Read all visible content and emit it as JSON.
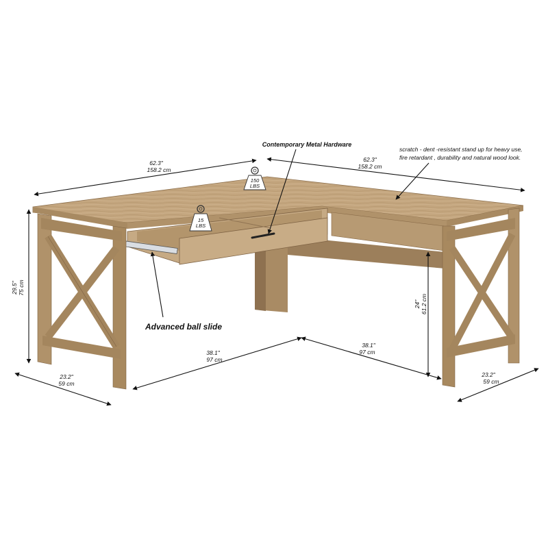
{
  "dimensions": {
    "top_left_width": {
      "in": "62.3\"",
      "cm": "158.2 cm"
    },
    "top_right_width": {
      "in": "62.3\"",
      "cm": "158.2 cm"
    },
    "height": {
      "in": "29.5\"",
      "cm": "75 cm"
    },
    "left_depth": {
      "in": "23.2\"",
      "cm": "59 cm"
    },
    "right_depth": {
      "in": "23.2\"",
      "cm": "59 cm"
    },
    "inner_left": {
      "in": "38.1\"",
      "cm": "97 cm"
    },
    "inner_right": {
      "in": "38.1\"",
      "cm": "97 cm"
    },
    "knee_height": {
      "in": "24\"",
      "cm": "61.2 cm"
    }
  },
  "weights": {
    "desktop": {
      "value": "150",
      "unit": "LBS"
    },
    "drawer": {
      "value": "15",
      "unit": "LBS"
    }
  },
  "callouts": {
    "hardware": "Contemporary Metal Hardware",
    "ball_slide": "Advanced ball slide",
    "surface_line1": "scratch - dent -resistant stand up for heavy use,",
    "surface_line2": "fire retardant , durability and natural wood look."
  },
  "colors": {
    "wood_top": "#c9ad8a",
    "wood_mid": "#b8996f",
    "wood_dark": "#8f7352",
    "wood_shadow": "#6e563b",
    "line": "#111111"
  }
}
